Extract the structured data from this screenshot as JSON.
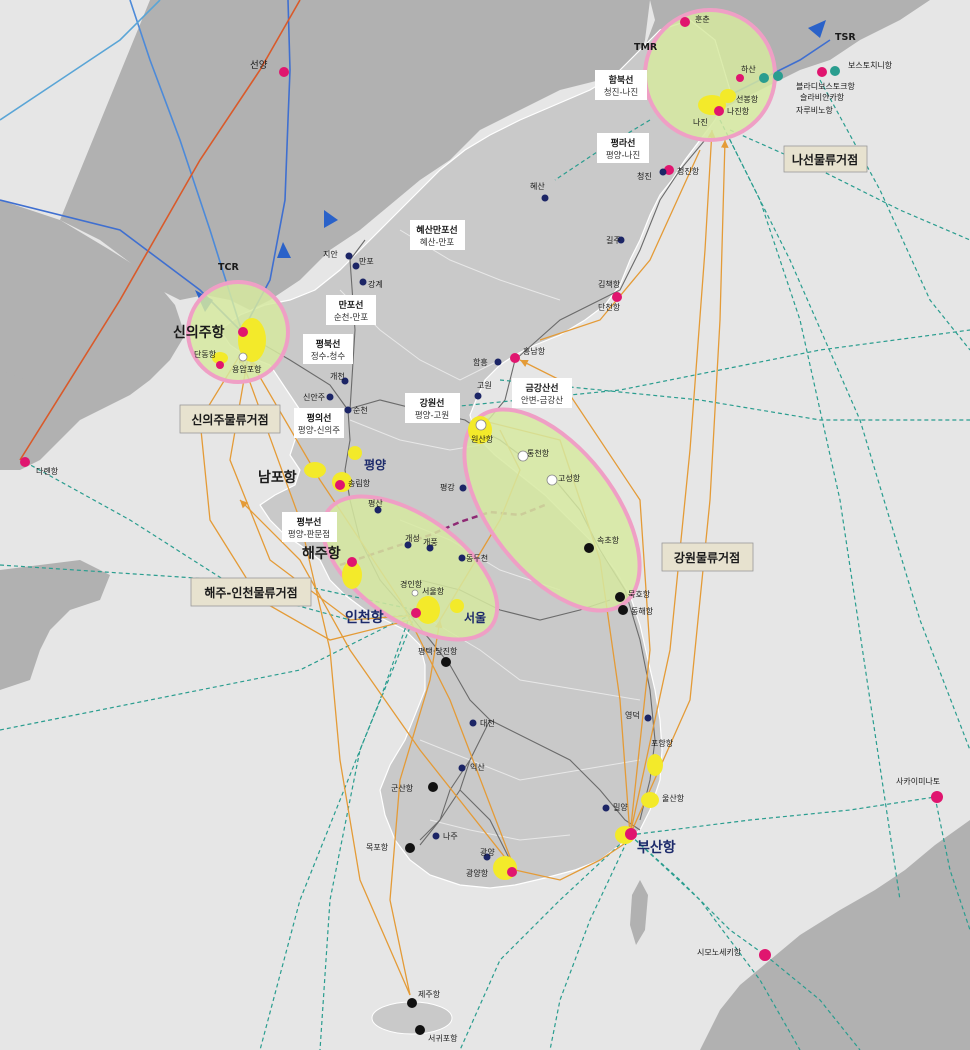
{
  "colors": {
    "sea": "#e6e6e6",
    "land": "#a9a9a9",
    "korea": "#c8c8c8",
    "hub_fill": "#cfe38f",
    "hub_ring": "#ef9fc5",
    "port": "#e0156f",
    "city": "#1c2566",
    "yellow": "#f3ea2a",
    "sea_route": "#2a9d8f",
    "land_route": "#e49b37",
    "railway": "#4f7bd6",
    "dmz": "#8e2a74"
  },
  "routes": {
    "tcr": "TCR",
    "tsr": "TSR",
    "tmr": "TMR"
  },
  "hubs": {
    "rason": "나선물류거점",
    "sinuiju": "신의주물류거점",
    "gangwon": "강원물류거점",
    "haeju_incheon": "해주-인천물류거점"
  },
  "rail_boxes": [
    {
      "title": "함북선",
      "sub": "청진-나진"
    },
    {
      "title": "평라선",
      "sub": "평양-나진"
    },
    {
      "title": "혜산만포선",
      "sub": "혜산-만포"
    },
    {
      "title": "만포선",
      "sub": "순천-만포"
    },
    {
      "title": "평북선",
      "sub": "정수-청수"
    },
    {
      "title": "평의선",
      "sub": "평양-신의주"
    },
    {
      "title": "강원선",
      "sub": "평양-고원"
    },
    {
      "title": "금강산선",
      "sub": "안변-금강산"
    },
    {
      "title": "평부선",
      "sub": "평양-판문점"
    }
  ],
  "major_labels": {
    "sinuiju_port": "신의주항",
    "nampo_port": "남포항",
    "haeju_port": "해주항",
    "incheon_port": "인천항",
    "busan_port": "부산항",
    "pyongyang": "평양",
    "seoul": "서울"
  },
  "place_labels": {
    "shenyang": "선양",
    "dalian": "다롄항",
    "dandong": "단동항",
    "yongampo": "용암포항",
    "songrim": "송림항",
    "sinanju": "신안주",
    "gaecheon": "개천",
    "suncheon": "순천",
    "jian": "지안",
    "manpo": "만포",
    "ganggye": "강계",
    "hyesan": "혜산",
    "hunchun": "훈춘",
    "najin": "나진",
    "hasan": "하산",
    "seonbong": "선봉항",
    "najin_port": "나진항",
    "vladivostok": "블라디보스토크항",
    "vostochny": "보스토치니항",
    "slavyanka": "슬라비얀카항",
    "zarubino": "자루비노항",
    "chongjin": "청진",
    "chongjin_port": "청진항",
    "gilju": "길주",
    "kimchaek": "김책항",
    "dancheon": "단천항",
    "hamheung": "함흥",
    "heungnam": "흥남항",
    "gowon": "고원",
    "wonsan": "원산항",
    "tongcheon": "통천항",
    "goseong": "고성항",
    "pyeonggang": "평강",
    "pyeongsan": "평산",
    "gaepung": "개풍",
    "gaeseong": "개성",
    "dongducheon": "동두천",
    "gyeongin": "경인항",
    "seoulhang": "서울항",
    "sokcho": "속초항",
    "mukho": "묵호항",
    "donghae": "동해항",
    "pyeongtaek": "평택·당진항",
    "daejeon": "대전",
    "iksan": "익산",
    "gunsan": "군산항",
    "mokpo": "목포항",
    "naju": "나주",
    "gwangyang": "광양",
    "gwangyang_port": "광양항",
    "yeongcheon": "영덕",
    "pohang": "포항항",
    "miryang": "밀양",
    "ulsan": "울산항",
    "jeju": "제주항",
    "seogwipo": "서귀포항",
    "sakaiminato": "사카이미나토",
    "shimonoseki": "시모노세키항"
  }
}
